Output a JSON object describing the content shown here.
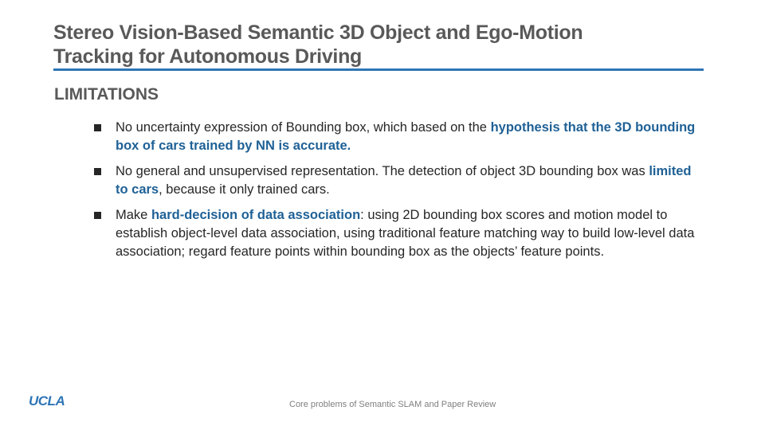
{
  "slide": {
    "title_line1": "Stereo Vision-Based Semantic 3D Object and Ego-Motion",
    "title_line2": "Tracking for Autonomous Driving",
    "section": "LIMITATIONS",
    "bullets": [
      {
        "segments": [
          {
            "text": "No uncertainty expression of Bounding box, which based on the ",
            "bold": false
          },
          {
            "text": "hypothesis that the 3D bounding box of cars trained by NN is accurate.",
            "bold": true
          }
        ]
      },
      {
        "segments": [
          {
            "text": "No general and unsupervised representation. The detection of object 3D bounding box was ",
            "bold": false
          },
          {
            "text": "limited to cars",
            "bold": true
          },
          {
            "text": ", because it only trained cars.",
            "bold": false
          }
        ]
      },
      {
        "segments": [
          {
            "text": "Make ",
            "bold": false
          },
          {
            "text": "hard-decision of data association",
            "bold": true
          },
          {
            "text": ": using 2D bounding box scores and motion model to establish object-level data association, using traditional feature matching way to build low-level data association; regard feature points within bounding box as the objects’ feature points.",
            "bold": false
          }
        ]
      }
    ],
    "logo": "UCLA",
    "footer": "Core problems of Semantic SLAM and Paper Review",
    "colors": {
      "accent": "#2e75b6",
      "highlight": "#1f6196",
      "title": "#595959"
    }
  }
}
